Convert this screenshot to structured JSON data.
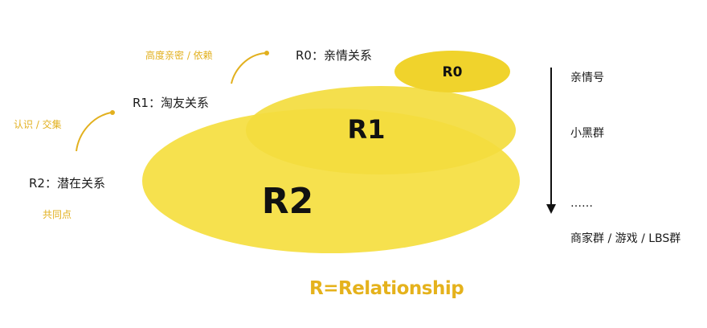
{
  "ellipses": {
    "r2": "R2",
    "r1": "R1",
    "r0": "R0"
  },
  "labels": {
    "r0": "R0：亲情关系",
    "r1": "R1：淘友关系",
    "r2": "R2：潜在关系"
  },
  "annotations": {
    "r0": "高度亲密 / 依赖",
    "r1": "认识 / 交集",
    "r2": "共同点"
  },
  "right_list": {
    "items": [
      "亲情号",
      "小黑群",
      "……",
      "商家群 / 游戏 / LBS群"
    ]
  },
  "formula": "R=Relationship",
  "colors": {
    "ellipse_main": "#f5df45",
    "ellipse_light": "#f6e66a",
    "ellipse_dark": "#f0d32c",
    "annotation": "#e2b01e",
    "text": "#1a1a1a"
  }
}
